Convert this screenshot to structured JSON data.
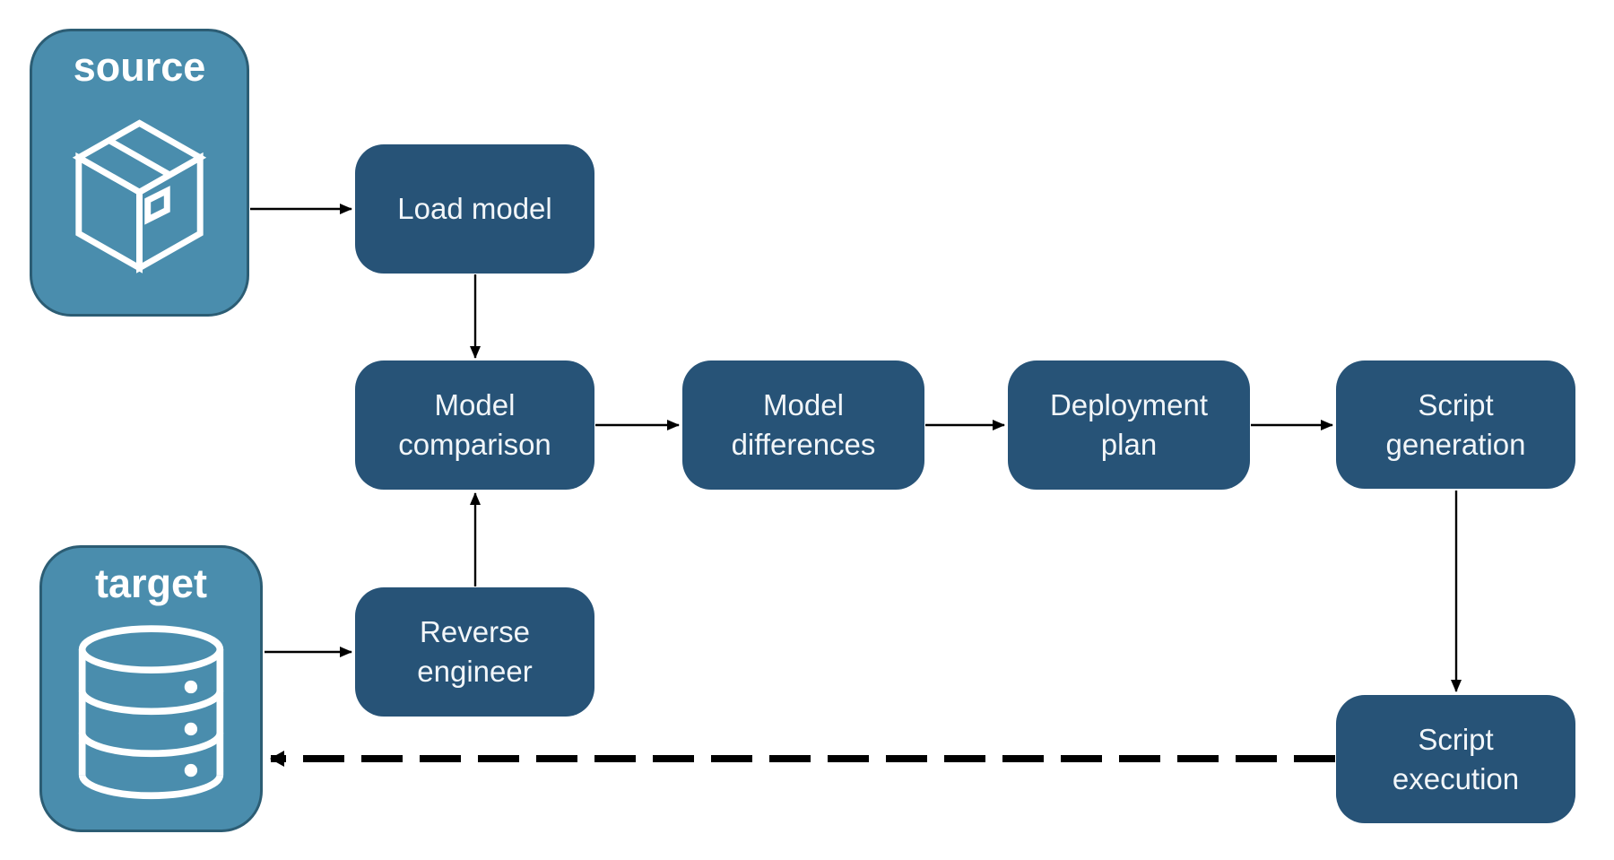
{
  "colors": {
    "background": "#FFFFFF",
    "node_fill": "#275377",
    "node_text": "#F2F6F9",
    "endpoint_fill": "#4A8DAD",
    "endpoint_border": "#2C5D74",
    "endpoint_text": "#FFFFFF",
    "arrow": "#000000"
  },
  "endpoints": {
    "source": {
      "label": "source",
      "icon": "package-icon"
    },
    "target": {
      "label": "target",
      "icon": "database-icon"
    }
  },
  "nodes": {
    "load_model": {
      "label": "Load model"
    },
    "model_comparison": {
      "label": "Model comparison"
    },
    "model_differences": {
      "label": "Model differences"
    },
    "deployment_plan": {
      "label": "Deployment plan"
    },
    "script_generation": {
      "label": "Script generation"
    },
    "reverse_engineer": {
      "label": "Reverse engineer"
    },
    "script_execution": {
      "label": "Script execution"
    }
  },
  "edges": [
    {
      "from": "source",
      "to": "load_model",
      "style": "solid"
    },
    {
      "from": "load_model",
      "to": "model_comparison",
      "style": "solid"
    },
    {
      "from": "target",
      "to": "reverse_engineer",
      "style": "solid"
    },
    {
      "from": "reverse_engineer",
      "to": "model_comparison",
      "style": "solid"
    },
    {
      "from": "model_comparison",
      "to": "model_differences",
      "style": "solid"
    },
    {
      "from": "model_differences",
      "to": "deployment_plan",
      "style": "solid"
    },
    {
      "from": "deployment_plan",
      "to": "script_generation",
      "style": "solid"
    },
    {
      "from": "script_generation",
      "to": "script_execution",
      "style": "solid"
    },
    {
      "from": "script_execution",
      "to": "target",
      "style": "dashed"
    }
  ]
}
